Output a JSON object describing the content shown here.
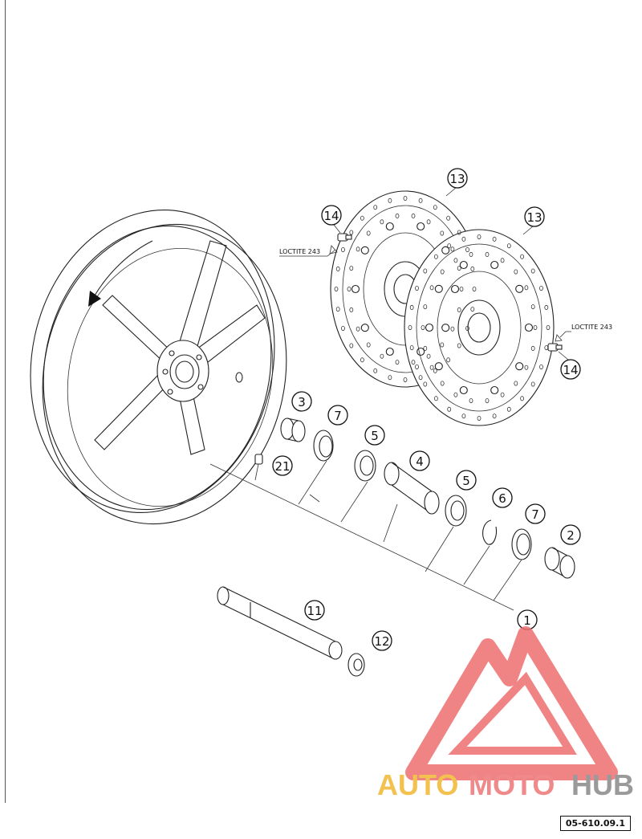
{
  "callouts": [
    {
      "id": "c13a",
      "label": "13"
    },
    {
      "id": "c13b",
      "label": "13"
    },
    {
      "id": "c14a",
      "label": "14"
    },
    {
      "id": "c14b",
      "label": "14"
    },
    {
      "id": "c3",
      "label": "3"
    },
    {
      "id": "c7a",
      "label": "7"
    },
    {
      "id": "c5a",
      "label": "5"
    },
    {
      "id": "c4",
      "label": "4"
    },
    {
      "id": "c21",
      "label": "21"
    },
    {
      "id": "c5b",
      "label": "5"
    },
    {
      "id": "c6",
      "label": "6"
    },
    {
      "id": "c7b",
      "label": "7"
    },
    {
      "id": "c2",
      "label": "2"
    },
    {
      "id": "c1",
      "label": "1"
    },
    {
      "id": "c11",
      "label": "11"
    },
    {
      "id": "c12",
      "label": "12"
    }
  ],
  "notes": {
    "loctite_left": "LOCTITE 243",
    "loctite_right": "LOCTITE 243"
  },
  "watermark": {
    "part1": "AUTO",
    "part2": "MOTO",
    "part3": "HUB",
    "color_auto": "#f2c14e",
    "color_moto": "#f08a8a",
    "color_hub": "#9a9a9a",
    "color_logo": "#ee6f6f"
  },
  "reference_code": "05-610.09.1"
}
